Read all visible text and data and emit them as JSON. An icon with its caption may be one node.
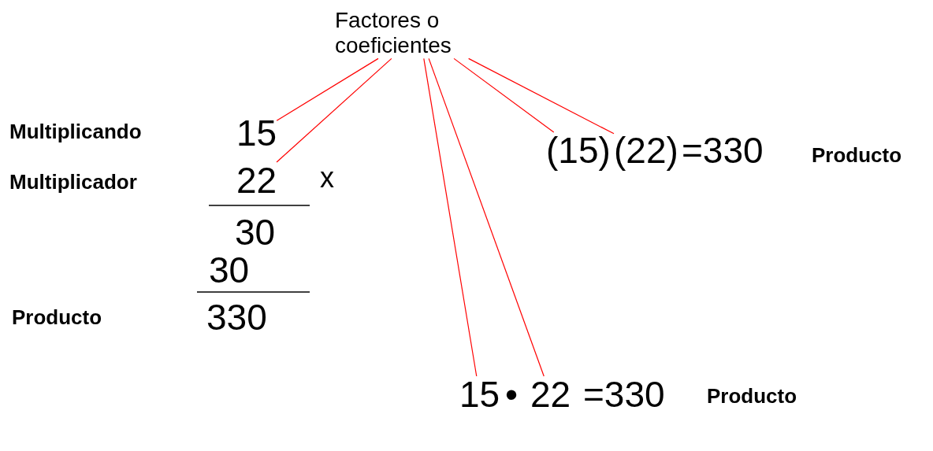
{
  "diagram": {
    "nodes": [
      {
        "text": [
          "Factores o coeficientes"
        ]
      },
      {
        "text": [
          "15"
        ]
      },
      {
        "text": [
          "22"
        ]
      },
      {
        "text": [
          "(15)"
        ]
      },
      {
        "text": [
          "(22)"
        ]
      },
      {
        "text": [
          "15"
        ]
      },
      {
        "text": [
          "22"
        ]
      }
    ],
    "edges": [
      {
        "from": 0,
        "to": 1,
        "arrow": "none",
        "color": "#ff0000"
      },
      {
        "from": 0,
        "to": 2,
        "arrow": "none",
        "color": "#ff0000"
      },
      {
        "from": 0,
        "to": 5,
        "arrow": "none",
        "color": "#ff0000"
      },
      {
        "from": 0,
        "to": 6,
        "arrow": "none",
        "color": "#ff0000"
      },
      {
        "from": 0,
        "to": 3,
        "arrow": "none",
        "color": "#ff0000"
      },
      {
        "from": 0,
        "to": 4,
        "arrow": "none",
        "color": "#ff0000"
      }
    ],
    "labels": [
      "Multiplicando",
      "=330",
      "Producto",
      "Multiplicador",
      "x",
      "30",
      "30",
      "Producto",
      "330",
      "•",
      "=330",
      "Producto"
    ]
  }
}
